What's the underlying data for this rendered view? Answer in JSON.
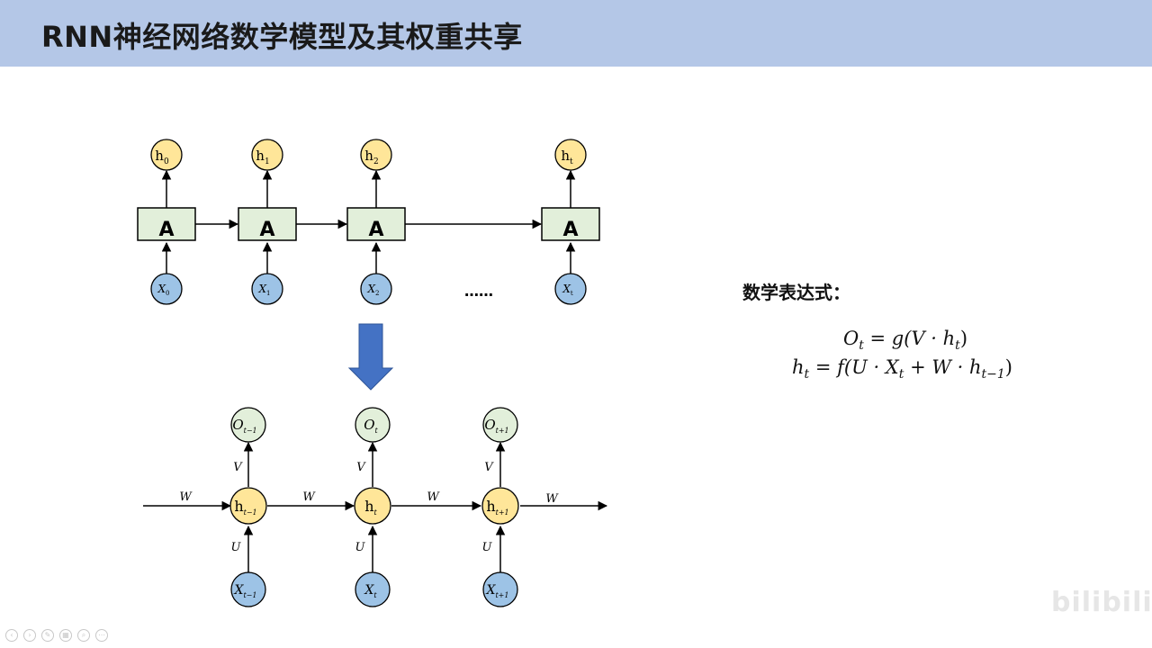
{
  "header": {
    "title": "RNN神经网络数学模型及其权重共享"
  },
  "top_diagram": {
    "cell_label": "A",
    "outputs": [
      {
        "base": "h",
        "sub": "0"
      },
      {
        "base": "h",
        "sub": "1"
      },
      {
        "base": "h",
        "sub": "2"
      },
      {
        "base": "h",
        "sub": "t"
      }
    ],
    "inputs": [
      {
        "base": "X",
        "sub": "0"
      },
      {
        "base": "X",
        "sub": "1"
      },
      {
        "base": "X",
        "sub": "2"
      },
      {
        "base": "X",
        "sub": "t"
      }
    ],
    "ellipsis": "……"
  },
  "bottom_diagram": {
    "outputs": [
      {
        "base": "O",
        "sub": "t−1"
      },
      {
        "base": "O",
        "sub": "t"
      },
      {
        "base": "O",
        "sub": "t+1"
      }
    ],
    "hidden": [
      {
        "base": "h",
        "sub": "t−1"
      },
      {
        "base": "h",
        "sub": "t"
      },
      {
        "base": "h",
        "sub": "t+1"
      }
    ],
    "inputs": [
      {
        "base": "X",
        "sub": "t−1"
      },
      {
        "base": "X",
        "sub": "t"
      },
      {
        "base": "X",
        "sub": "t+1"
      }
    ],
    "weight_v": "V",
    "weight_u": "U",
    "weight_w": "W"
  },
  "formulas": {
    "label": "数学表达式：",
    "o_lhs": "O",
    "o_lhs_sub": "t",
    "o_mid": " = g(V · h",
    "o_mid_sub": "t",
    "o_end": ")",
    "h_lhs": "h",
    "h_lhs_sub": "t",
    "h_mid1": " = f(U · X",
    "h_mid1_sub": "t",
    "h_mid2": " + W · h",
    "h_mid2_sub": "t−1",
    "h_end": ")"
  },
  "watermark": "bilibili",
  "colors": {
    "header": "#b4c7e7",
    "cell_fill": "#e2efda",
    "hidden_fill": "#ffe699",
    "input_fill": "#9dc3e6",
    "output_fill": "#e2efda",
    "arrow_blue": "#4472c4"
  }
}
